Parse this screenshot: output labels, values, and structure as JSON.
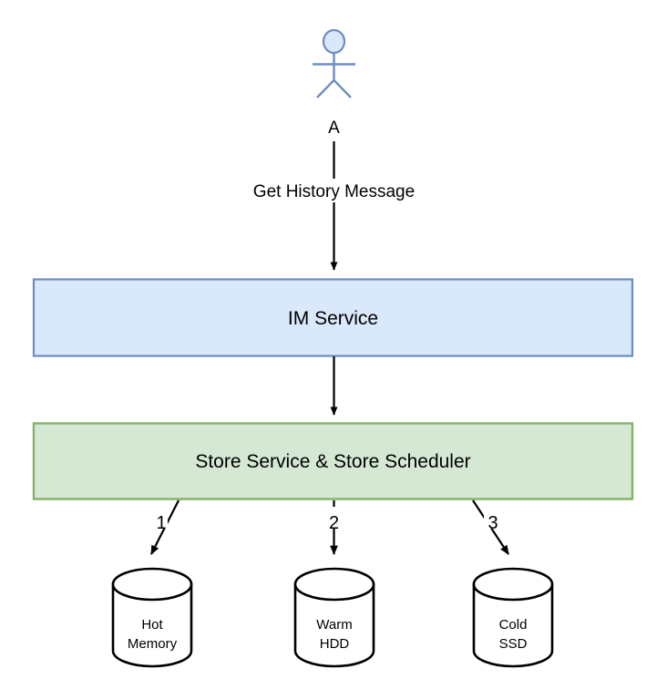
{
  "diagram": {
    "type": "architecture-flow-diagram",
    "background_color": "#ffffff",
    "actor": {
      "name": "actor-stick-figure",
      "label": "A",
      "stroke_color": "#6c8ebf",
      "head_fill_color": "#dae8fc"
    },
    "edges": [
      {
        "id": "actor-to-im-service",
        "label": "Get History Message",
        "from": "A",
        "to": "IM Service",
        "color": "#000000",
        "style": "straight-arrow"
      },
      {
        "id": "im-service-to-store-service",
        "label": "",
        "from": "IM Service",
        "to": "Store Service & Store Scheduler",
        "color": "#000000",
        "style": "straight-arrow"
      },
      {
        "id": "store-service-to-hot-memory",
        "label": "1",
        "from": "Store Service & Store Scheduler",
        "to": "Hot Memory",
        "color": "#000000",
        "style": "diagonal-arrow"
      },
      {
        "id": "store-service-to-warm-hdd",
        "label": "2",
        "from": "Store Service & Store Scheduler",
        "to": "Warm HDD",
        "color": "#000000",
        "style": "straight-arrow"
      },
      {
        "id": "store-service-to-cold-ssd",
        "label": "3",
        "from": "Store Service & Store Scheduler",
        "to": "Cold SSD",
        "color": "#000000",
        "style": "diagonal-arrow"
      }
    ],
    "nodes": {
      "im_service": {
        "label": "IM Service",
        "fill_color": "#dae8fc",
        "border_color": "#6c8ebf",
        "shape": "rectangle"
      },
      "store_service": {
        "label": "Store Service & Store Scheduler",
        "fill_color": "#d5e8d4",
        "border_color": "#82b366",
        "shape": "rectangle"
      }
    },
    "storage_tiers": [
      {
        "id": "hot-memory",
        "line1": "Hot",
        "line2": "Memory",
        "edge_label": "1",
        "shape": "cylinder",
        "fill_color": "#ffffff",
        "border_color": "#000000"
      },
      {
        "id": "warm-hdd",
        "line1": "Warm",
        "line2": "HDD",
        "edge_label": "2",
        "shape": "cylinder",
        "fill_color": "#ffffff",
        "border_color": "#000000"
      },
      {
        "id": "cold-ssd",
        "line1": "Cold",
        "line2": "SSD",
        "edge_label": "3",
        "shape": "cylinder",
        "fill_color": "#ffffff",
        "border_color": "#000000"
      }
    ]
  }
}
